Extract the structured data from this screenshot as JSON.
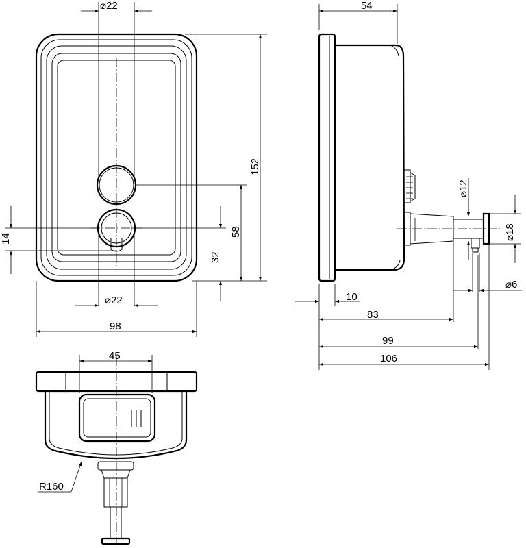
{
  "drawing": {
    "front_view": {
      "dims": {
        "button_diameter_top": "⌀22",
        "nozzle_diameter_bottom": "⌀22",
        "width": "98",
        "height": "152",
        "button_height": "58",
        "nozzle_height": "32",
        "nozzle_offset": "14"
      }
    },
    "side_view": {
      "dims": {
        "depth": "54",
        "nozzle_diameter": "⌀12",
        "flange_diameter": "⌀18",
        "tip_diameter": "⌀6",
        "plate_thickness": "10",
        "depth_to_nozzle": "83",
        "depth_to_tip": "99",
        "overall_depth": "106"
      }
    },
    "bottom_view": {
      "dims": {
        "window_width": "45",
        "radius": "R160"
      }
    }
  },
  "colors": {
    "line": "#000000",
    "background": "#ffffff"
  }
}
